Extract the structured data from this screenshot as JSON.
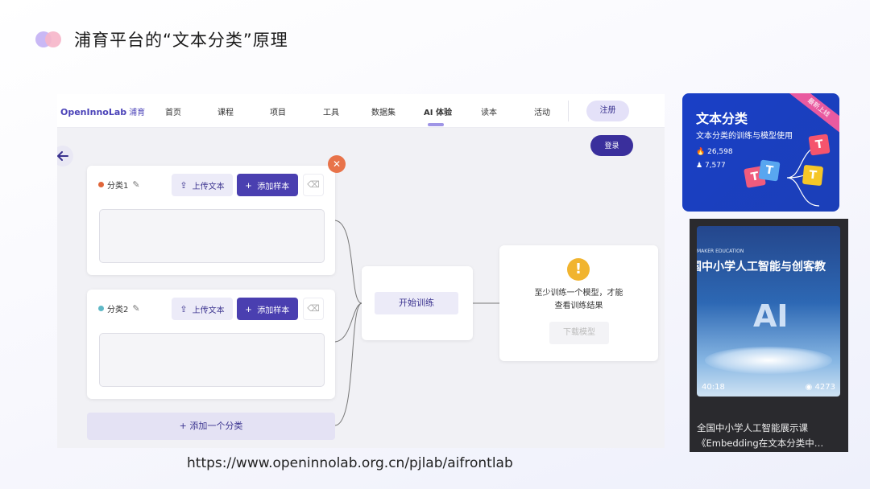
{
  "slide": {
    "title": "浦育平台的“文本分类”原理",
    "url": "https://www.openinnolab.org.cn/pjlab/aifrontlab"
  },
  "navbar": {
    "logo": "OpenInnoLab",
    "brand": "浦育",
    "items": [
      "首页",
      "课程",
      "项目",
      "工具",
      "数据集",
      "AI 体验",
      "读本",
      "活动"
    ],
    "active_item": "AI 体验",
    "register": "注册",
    "login": "登录"
  },
  "classes": [
    {
      "label": "分类1",
      "dot_color": "#e0663a",
      "upload": "上传文本",
      "add_sample": "添加样本"
    },
    {
      "label": "分类2",
      "dot_color": "#5fb8c6",
      "upload": "上传文本",
      "add_sample": "添加样本"
    }
  ],
  "add_class": "+ 添加一个分类",
  "train": {
    "button": "开始训练"
  },
  "result": {
    "line1": "至少训练一个模型，才能",
    "line2": "查看训练结果",
    "download": "下载模型"
  },
  "course": {
    "title": "文本分类",
    "subtitle": "文本分类的训练与模型使用",
    "stat1": "26,598",
    "stat2": "7,577",
    "ribbon": "最新上线",
    "blocks": [
      "T",
      "T",
      "T",
      "T"
    ]
  },
  "video": {
    "brand": "MAKER EDUCATION",
    "headline": "国中小学人工智能与创客教",
    "ai_text": "AI",
    "duration": "40:18",
    "views": "4273",
    "title_line1": "全国中小学人工智能展示课",
    "title_line2": "《Embedding在文本分类中…"
  },
  "colors": {
    "primary": "#4a3fb0",
    "primary_light": "#ecebf8",
    "close": "#e8734a",
    "warning": "#f1b42f",
    "course_bg": "#1a3fc6"
  }
}
